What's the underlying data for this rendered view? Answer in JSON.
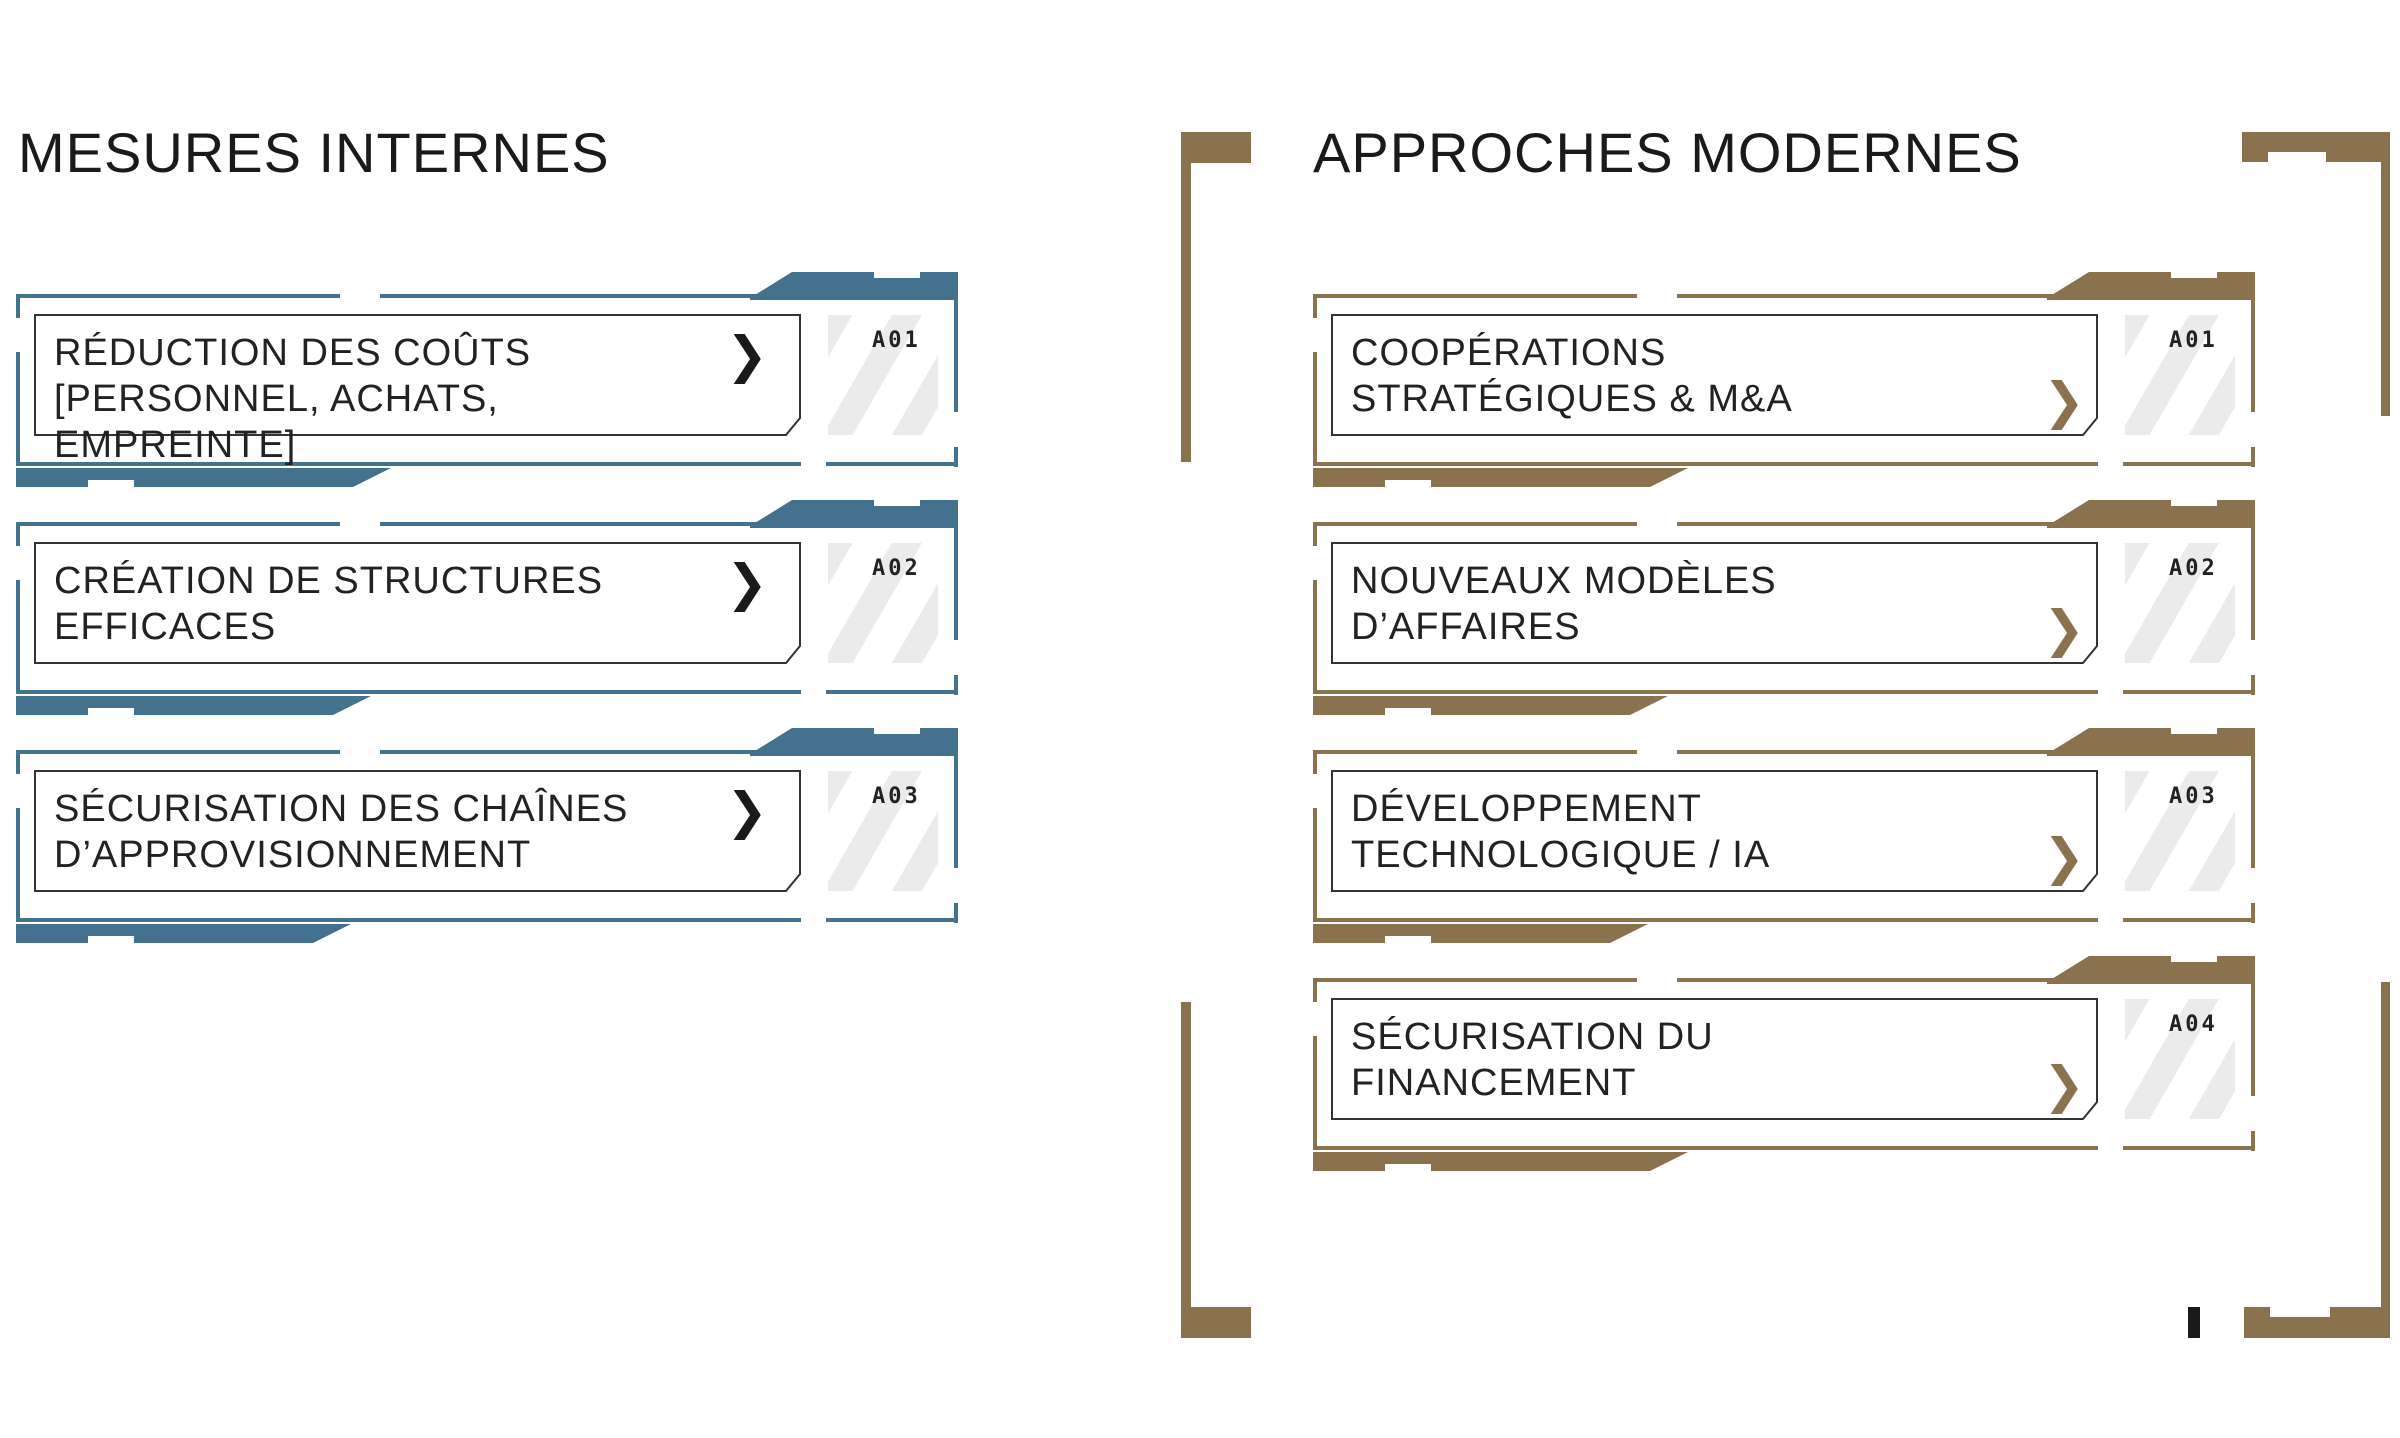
{
  "colors": {
    "left_accent": "#44718E",
    "right_accent": "#8A724F",
    "text": "#222222",
    "stripe": "#EBEBEB"
  },
  "left": {
    "title": "MESURES INTERNES",
    "chevron_icon": "chevron-right-icon",
    "items": [
      {
        "code": "A01",
        "lines": [
          "RÉDUCTION DES COÛTS",
          "[PERSONNEL, ACHATS, EMPREINTE]"
        ]
      },
      {
        "code": "A02",
        "lines": [
          "CRÉATION DE STRUCTURES",
          "EFFICACES"
        ]
      },
      {
        "code": "A03",
        "lines": [
          "SÉCURISATION DES CHAÎNES",
          "D’APPROVISIONNEMENT"
        ]
      }
    ]
  },
  "right": {
    "title": "APPROCHES MODERNES",
    "chevron_icon": "chevron-right-icon",
    "items": [
      {
        "code": "A01",
        "lines": [
          "COOPÉRATIONS",
          "STRATÉGIQUES & M&A"
        ]
      },
      {
        "code": "A02",
        "lines": [
          "NOUVEAUX MODÈLES",
          "D’AFFAIRES"
        ]
      },
      {
        "code": "A03",
        "lines": [
          "DÉVELOPPEMENT",
          "TECHNOLOGIQUE / IA"
        ]
      },
      {
        "code": "A04",
        "lines": [
          "SÉCURISATION DU",
          "FINANCEMENT"
        ]
      }
    ]
  }
}
